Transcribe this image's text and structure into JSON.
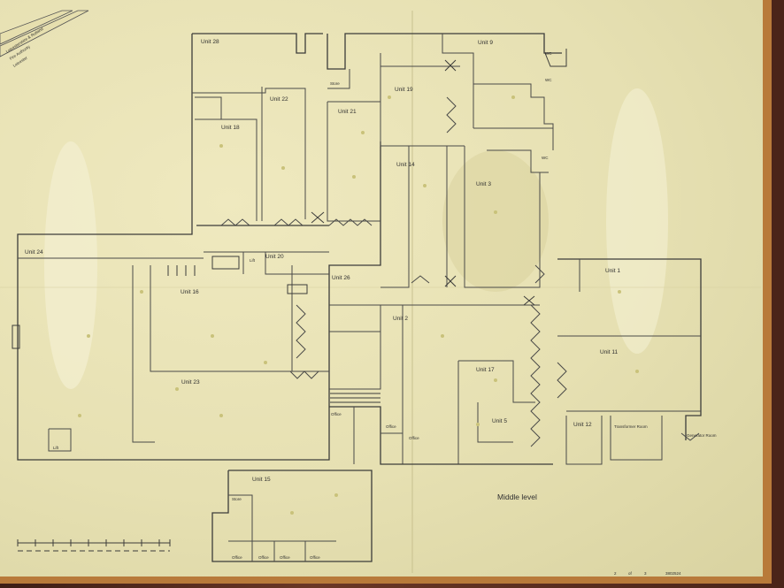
{
  "plan": {
    "authority_line1": "Leicestershire & Rutland",
    "authority_line2": "Fire Authority",
    "authority_line3": "Leicester",
    "level_label": "Middle level",
    "page_current": "2",
    "page_of": "of",
    "page_total": "3",
    "drawing_number": "3802524"
  },
  "units": {
    "u28": "Unit 28",
    "u22": "Unit 22",
    "u18": "Unit 18",
    "u21": "Unit 21",
    "u19": "Unit 19",
    "u9": "Unit 9",
    "u14": "Unit 14",
    "u3": "Unit 3",
    "u24": "Unit 24",
    "u20": "Unit 20",
    "u26": "Unit 26",
    "u16": "Unit 16",
    "u1": "Unit 1",
    "u2": "Unit 2",
    "u11": "Unit 11",
    "u17": "Unit 17",
    "u23": "Unit 23",
    "u5": "Unit 5",
    "u12": "Unit 12",
    "u15": "Unit 15"
  },
  "rooms": {
    "store1": "Store",
    "store2": "Store",
    "office1": "Office",
    "office2": "Office",
    "office3": "Office",
    "office4": "Office",
    "office5": "Office",
    "office6": "Office",
    "office7": "Office",
    "transformer": "Transformer Room",
    "generator": "Generator Room",
    "lift1": "Lift",
    "lift2": "Lift",
    "wc1": "WC",
    "wc2": "WC",
    "wc3": "WC"
  },
  "colors": {
    "paper": "#e9e3b6",
    "wall": "#4a4a48",
    "frame": "#5a2e22",
    "mat": "#b87a3a"
  }
}
